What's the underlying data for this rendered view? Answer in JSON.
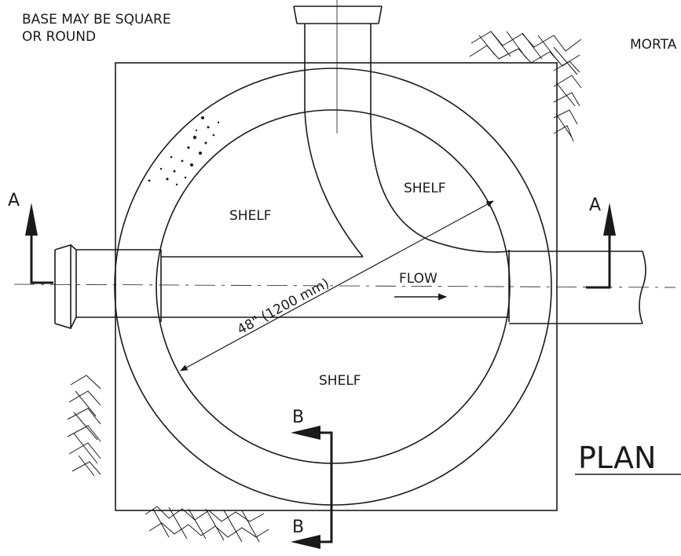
{
  "notes": {
    "base_shape_line1": "BASE MAY BE SQUARE",
    "base_shape_line2": "OR ROUND",
    "mortar_cut": "MORTA"
  },
  "shelves": [
    "SHELF",
    "SHELF",
    "SHELF"
  ],
  "flow": {
    "label": "FLOW"
  },
  "dimension": {
    "label": "48\" (1200 mm)"
  },
  "sections": {
    "a_left": "A",
    "a_right": "A",
    "b_top": "B",
    "b_bottom": "B"
  },
  "view_title": "PLAN"
}
